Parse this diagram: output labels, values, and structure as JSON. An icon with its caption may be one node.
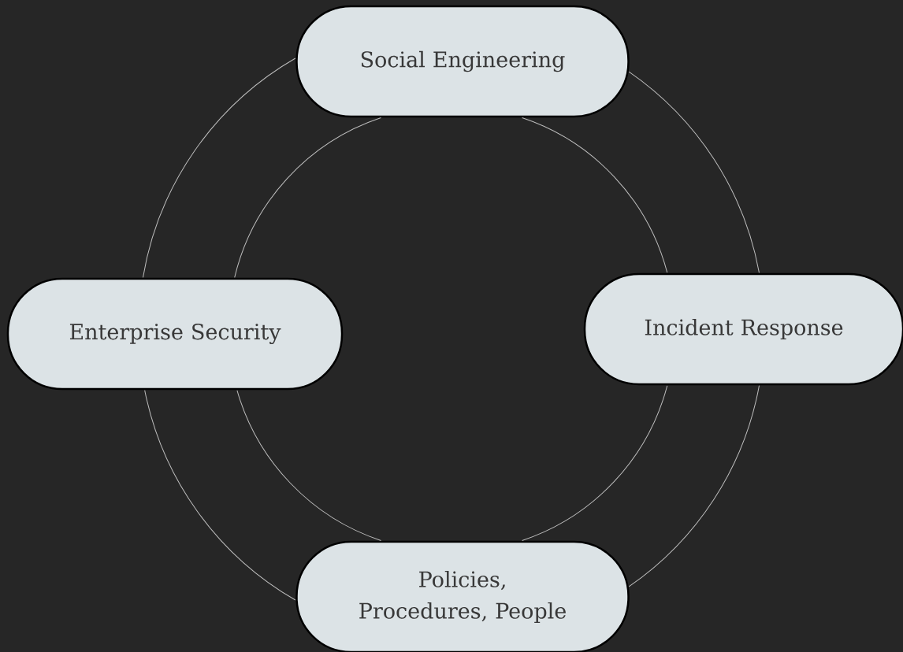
{
  "diagram": {
    "nodes": [
      {
        "text": [
          "Social Engineering"
        ]
      },
      {
        "text": [
          "Enterprise Security"
        ]
      },
      {
        "text": [
          "Incident Response"
        ]
      },
      {
        "text": [
          "Policies, Procedures, People"
        ]
      }
    ],
    "edges": [
      {
        "from": 0,
        "to": 2,
        "arrow": "none"
      },
      {
        "from": 0,
        "to": 2,
        "arrow": "none"
      },
      {
        "from": 2,
        "to": 3,
        "arrow": "none"
      },
      {
        "from": 2,
        "to": 3,
        "arrow": "none"
      },
      {
        "from": 3,
        "to": 1,
        "arrow": "none"
      },
      {
        "from": 3,
        "to": 1,
        "arrow": "none"
      },
      {
        "from": 1,
        "to": 0,
        "arrow": "none"
      },
      {
        "from": 1,
        "to": 0,
        "arrow": "none"
      }
    ]
  }
}
